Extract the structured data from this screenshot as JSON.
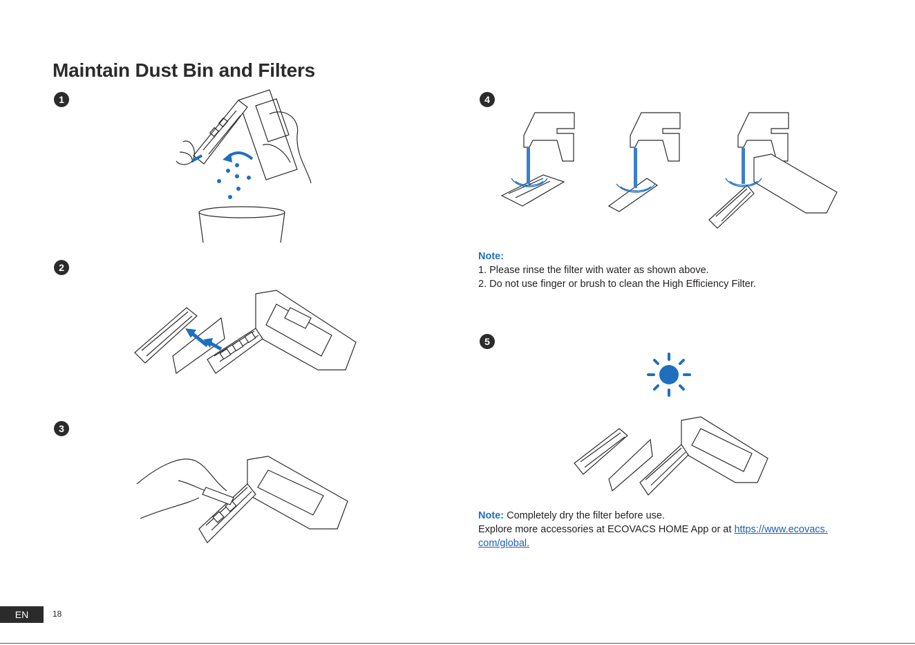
{
  "page": {
    "title": "Maintain Dust Bin and Filters",
    "language_tab": "EN",
    "page_number": "18"
  },
  "steps": [
    "1",
    "2",
    "3",
    "4",
    "5"
  ],
  "note1": {
    "label": "Note:",
    "lines": [
      "1. Please rinse the filter with water as shown above.",
      "2. Do not use finger or brush to clean the High Efficiency Filter."
    ]
  },
  "note2": {
    "label": "Note:",
    "text": " Completely dry the filter before use.",
    "explore_text": "Explore more accessories at ECOVACS HOME App or at ",
    "link_line1": "https://www.ecovacs.",
    "link_line2": "com/global."
  },
  "colors": {
    "accent": "#1f6fbf",
    "water": "#3a7fd0",
    "ink": "#2b2b2b"
  },
  "icons": [
    "dust-particles-icon",
    "arrow-icon",
    "water-stream-icon",
    "sun-icon"
  ]
}
